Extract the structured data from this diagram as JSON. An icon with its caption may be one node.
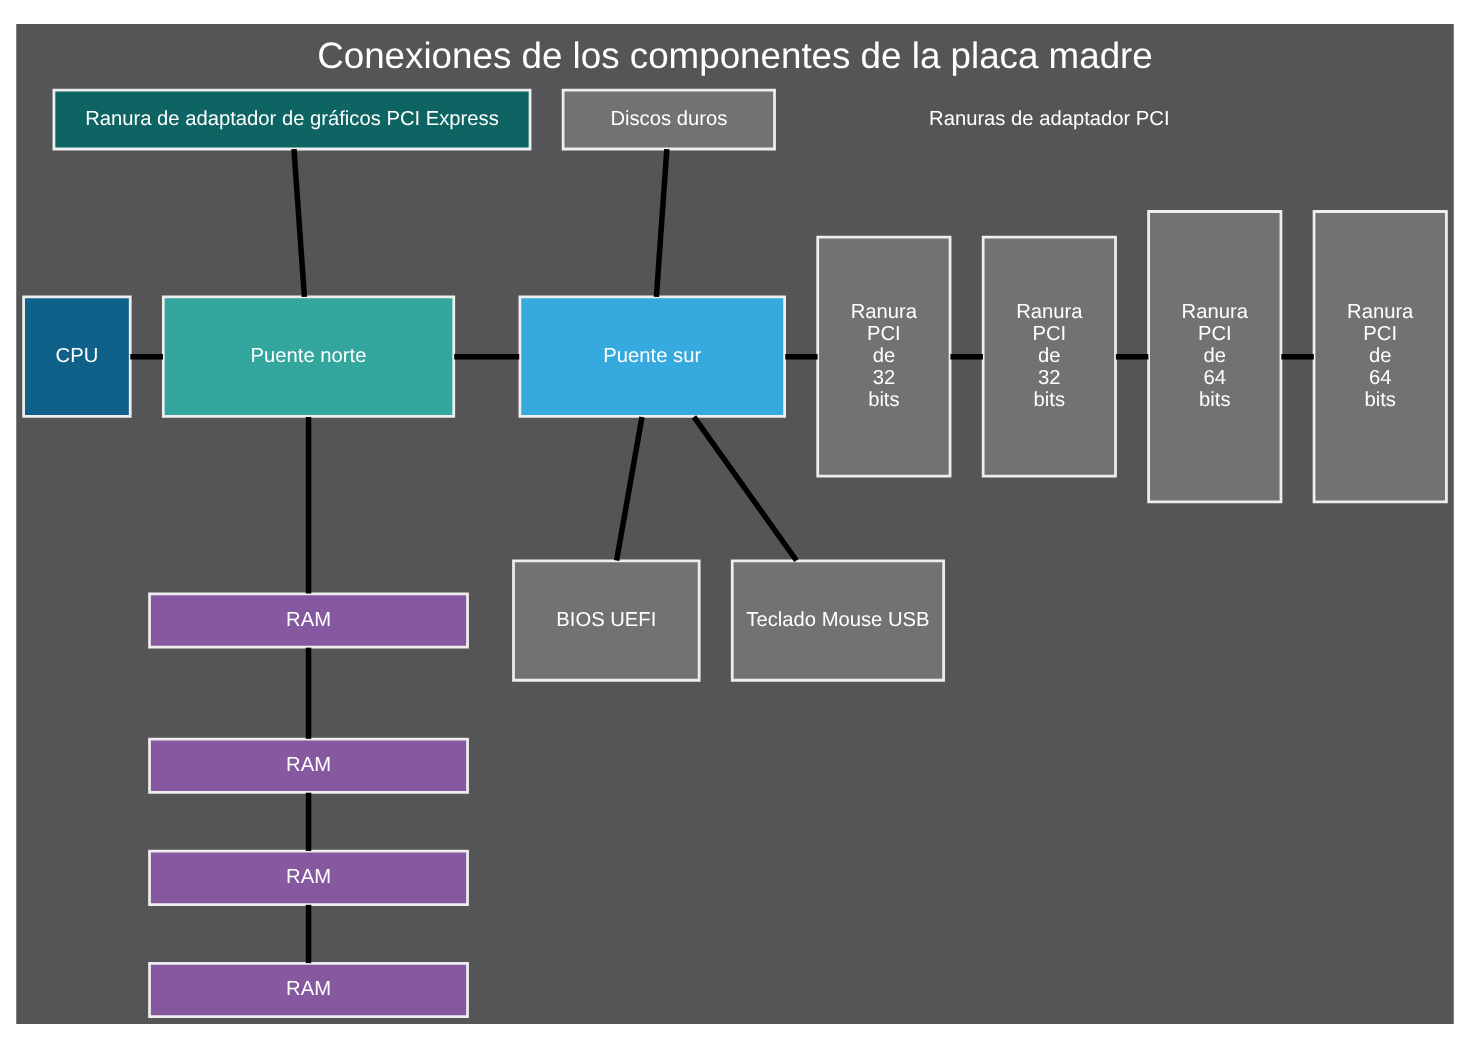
{
  "diagram": {
    "title": "Conexiones de los componentes de la placa madre",
    "nodes": [
      {
        "text": [
          "Ranura de adaptador de gráficos PCI Express"
        ]
      },
      {
        "text": [
          "Discos duros"
        ]
      },
      {
        "text": [
          "CPU"
        ]
      },
      {
        "text": [
          "Puente norte"
        ]
      },
      {
        "text": [
          "Puente sur"
        ]
      },
      {
        "text": [
          "Ranura PCI de 32 bits"
        ]
      },
      {
        "text": [
          "Ranura PCI de 32 bits"
        ]
      },
      {
        "text": [
          "Ranura PCI de 64 bits"
        ]
      },
      {
        "text": [
          "Ranura PCI de 64 bits"
        ]
      },
      {
        "text": [
          "RAM"
        ]
      },
      {
        "text": [
          "RAM"
        ]
      },
      {
        "text": [
          "RAM"
        ]
      },
      {
        "text": [
          "RAM"
        ]
      },
      {
        "text": [
          "BIOS UEFI"
        ]
      },
      {
        "text": [
          "Teclado Mouse USB"
        ]
      }
    ],
    "edges": [
      {
        "from": 0,
        "to": 3,
        "arrow": "none"
      },
      {
        "from": 2,
        "to": 3,
        "arrow": "none"
      },
      {
        "from": 3,
        "to": 4,
        "arrow": "none"
      },
      {
        "from": 1,
        "to": 4,
        "arrow": "none"
      },
      {
        "from": 4,
        "to": 5,
        "arrow": "none"
      },
      {
        "from": 5,
        "to": 6,
        "arrow": "none"
      },
      {
        "from": 6,
        "to": 7,
        "arrow": "none"
      },
      {
        "from": 7,
        "to": 8,
        "arrow": "none"
      },
      {
        "from": 3,
        "to": 9,
        "arrow": "none"
      },
      {
        "from": 9,
        "to": 10,
        "arrow": "none"
      },
      {
        "from": 10,
        "to": 11,
        "arrow": "none"
      },
      {
        "from": 11,
        "to": 12,
        "arrow": "none"
      },
      {
        "from": 4,
        "to": 13,
        "arrow": "none"
      },
      {
        "from": 4,
        "to": 14,
        "arrow": "none"
      }
    ],
    "labels": [
      "Ranuras de adaptador PCI"
    ]
  }
}
